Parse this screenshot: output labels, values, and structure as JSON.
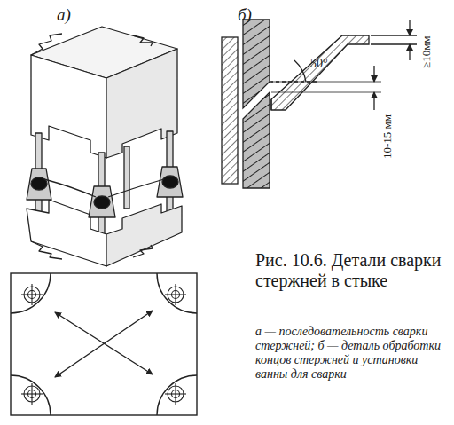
{
  "diagram": {
    "caption": "Рис. 10.6. Детали сварки стержней в стыке",
    "labels": [
      "а)",
      "б)",
      "≥10мм",
      "50°",
      "10-15 мм",
      "а — последовательность сварки стержней; б — деталь обработки концов стержней и установки ванны для сварки"
    ]
  }
}
